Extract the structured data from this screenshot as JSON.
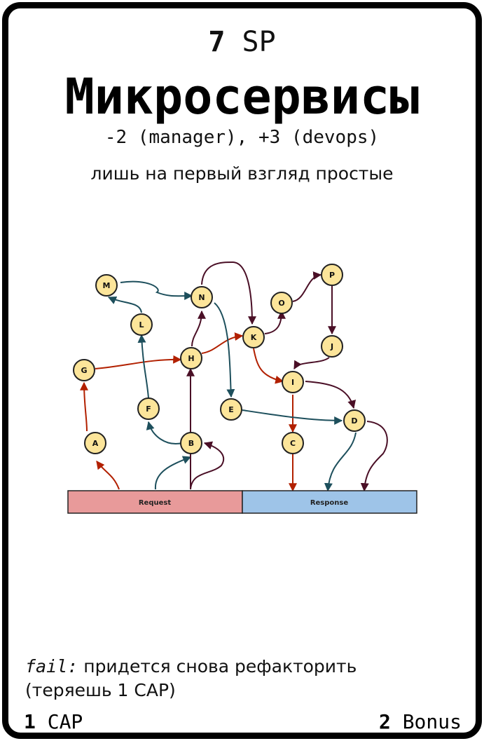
{
  "card": {
    "cost_value": "7",
    "cost_unit": "SP",
    "title": "Микросервисы",
    "effect": "-2 (manager), +3 (devops)",
    "flavor": "лишь на первый взгляд простые",
    "fail_keyword": "fail:",
    "fail_text": "придется снова рефакторить",
    "fail_text_2": "(теряешь 1 CAP)",
    "cap_value": "1",
    "cap_label": "CAP",
    "bonus_value": "2",
    "bonus_label": "Bonus"
  },
  "diagram": {
    "nodes": [
      "M",
      "N",
      "L",
      "O",
      "P",
      "K",
      "G",
      "H",
      "J",
      "I",
      "F",
      "E",
      "D",
      "A",
      "B",
      "C"
    ],
    "bars": {
      "request_label": "Request",
      "response_label": "Response",
      "request_color": "#e89a9a",
      "response_color": "#9ec4e8"
    },
    "colors": {
      "node_fill": "#fce59a",
      "edge_red": "#b22000",
      "edge_teal": "#1d4f5c",
      "edge_maroon": "#4a0f26"
    }
  }
}
